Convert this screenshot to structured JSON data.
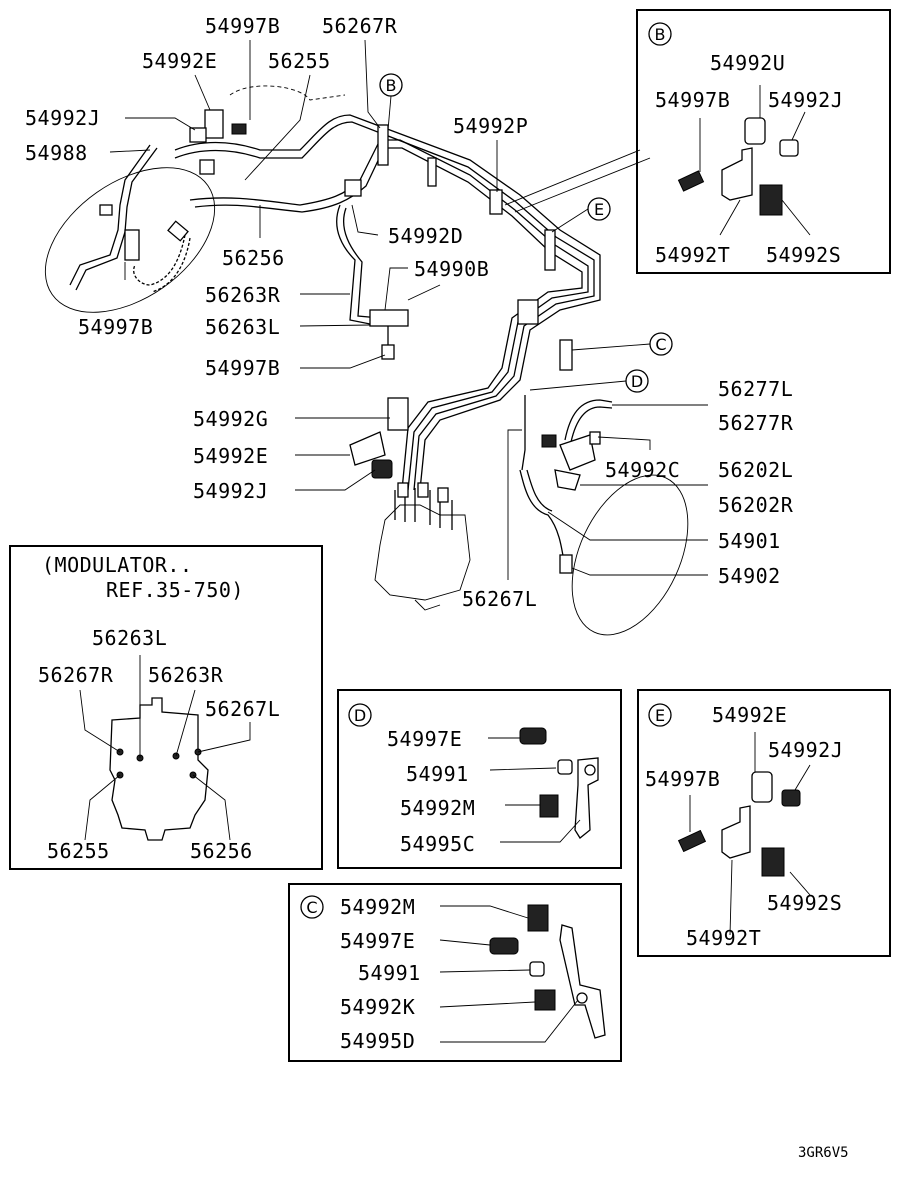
{
  "main": {
    "labels": {
      "l_54997B_top": "54997B",
      "l_56267R": "56267R",
      "l_54992E_top": "54992E",
      "l_56255": "56255",
      "l_54992J_left": "54992J",
      "l_54988": "54988",
      "l_54992P": "54992P",
      "l_54992D": "54992D",
      "l_56256": "56256",
      "l_54990B": "54990B",
      "l_56263R": "56263R",
      "l_56263L": "56263L",
      "l_54997B_left": "54997B",
      "l_54997B_mid": "54997B",
      "l_54992G": "54992G",
      "l_54992E_mid": "54992E",
      "l_54992J_mid": "54992J",
      "l_56277L": "56277L",
      "l_56277R": "56277R",
      "l_54992C": "54992C",
      "l_56202L": "56202L",
      "l_56202R": "56202R",
      "l_54901": "54901",
      "l_54902": "54902",
      "l_56267L": "56267L"
    },
    "callouts": {
      "B": "B",
      "C": "C",
      "D": "D",
      "E": "E"
    }
  },
  "modulator": {
    "line1": "(MODULATOR..",
    "line2": "REF.35-750)",
    "labels": {
      "m_56263L": "56263L",
      "m_56267R": "56267R",
      "m_56263R": "56263R",
      "m_56267L": "56267L",
      "m_56255": "56255",
      "m_56256": "56256"
    }
  },
  "detail_B": {
    "badge": "B",
    "labels": {
      "b_54992U": "54992U",
      "b_54997B": "54997B",
      "b_54992J": "54992J",
      "b_54992T": "54992T",
      "b_54992S": "54992S"
    }
  },
  "detail_D": {
    "badge": "D",
    "labels": {
      "d_54997E": "54997E",
      "d_54991": "54991",
      "d_54992M": "54992M",
      "d_54995C": "54995C"
    }
  },
  "detail_E": {
    "badge": "E",
    "labels": {
      "e_54992E": "54992E",
      "e_54992J": "54992J",
      "e_54997B": "54997B",
      "e_54992S": "54992S",
      "e_54992T": "54992T"
    }
  },
  "detail_C": {
    "badge": "C",
    "labels": {
      "c_54992M": "54992M",
      "c_54997E": "54997E",
      "c_54991": "54991",
      "c_54992K": "54992K",
      "c_54995D": "54995D"
    }
  },
  "footer": {
    "code": "3GR6V5"
  }
}
